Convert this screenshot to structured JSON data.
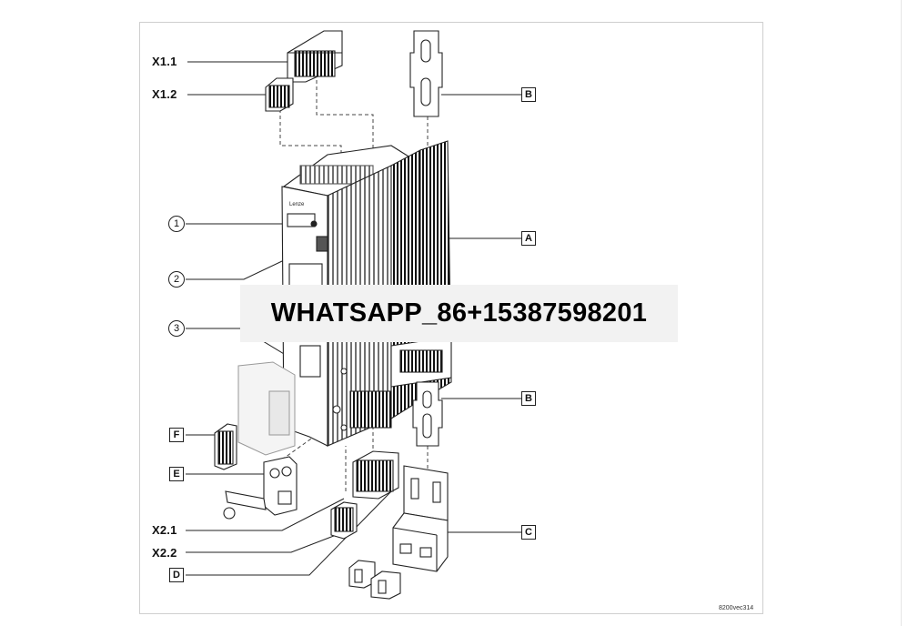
{
  "labels": {
    "x1_1": "X1.1",
    "x1_2": "X1.2",
    "c1": "1",
    "c2": "2",
    "c3": "3",
    "f": "F",
    "e": "E",
    "x2_1": "X2.1",
    "x2_2": "X2.2",
    "d": "D",
    "b_top": "B",
    "a": "A",
    "b_bottom": "B",
    "c": "C"
  },
  "drawing_code": "8200vec314",
  "watermark": "WHATSAPP_86+15387598201",
  "device_brand": "Lenze"
}
